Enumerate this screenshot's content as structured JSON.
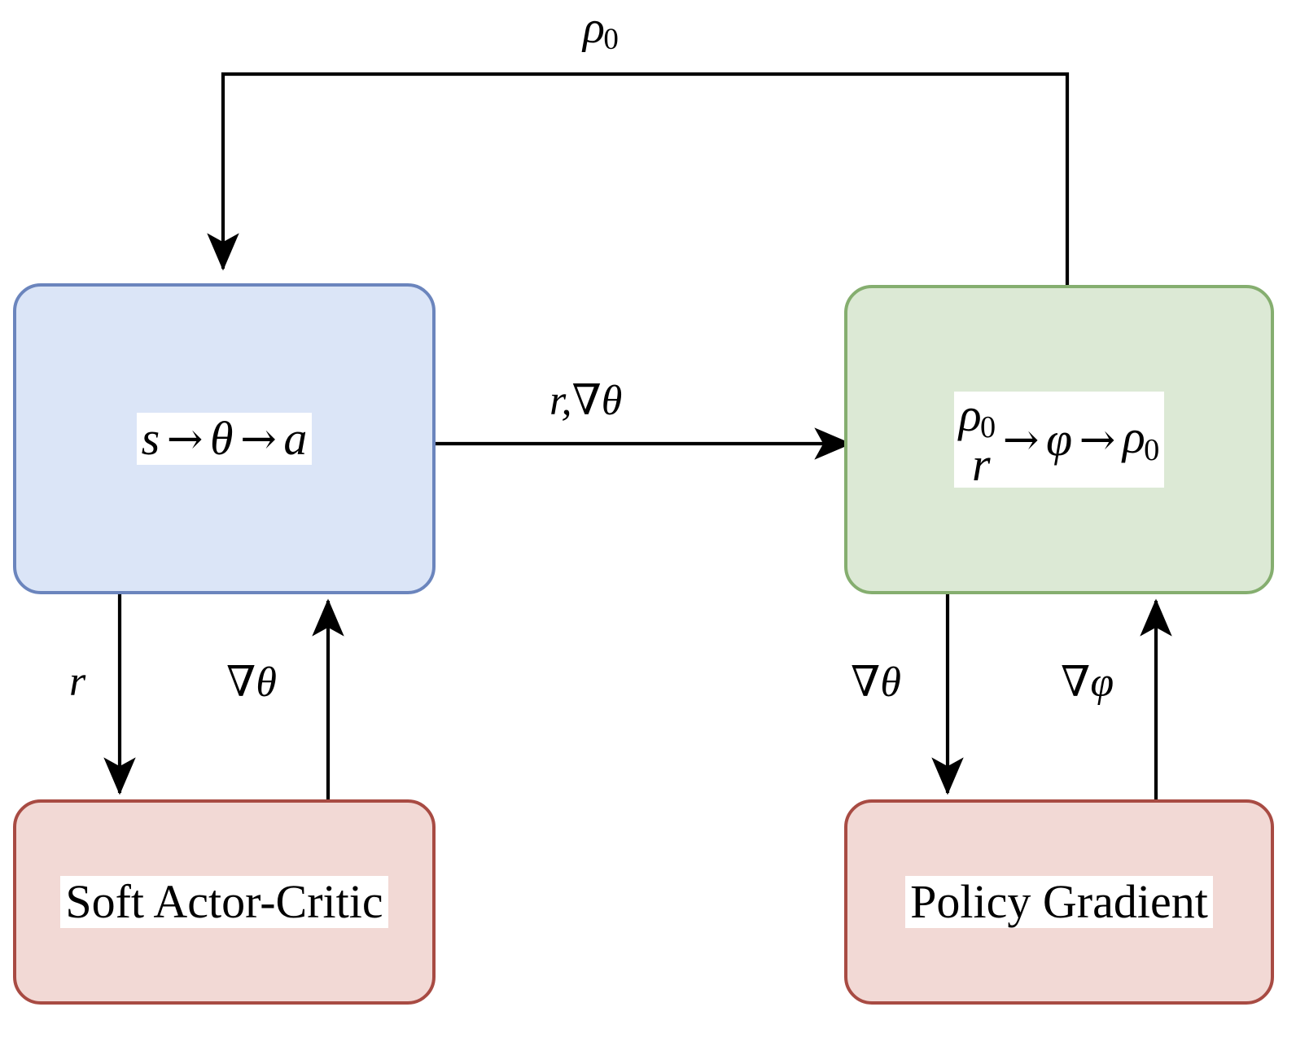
{
  "diagram": {
    "title_text": "",
    "background": "#ffffff",
    "palette": {
      "blue_fill": "#dbe5f7",
      "blue_stroke": "#6b85bd",
      "green_fill": "#dce9d5",
      "green_stroke": "#85ae6f",
      "red_fill": "#f2d9d5",
      "red_stroke": "#a84b43",
      "wire": "#000000",
      "label_plate": "#ffffff"
    },
    "nodes": {
      "sac_policy": {
        "id": "sac-policy",
        "fill_color": "#dbe5f7",
        "stroke_color": "#6b85bd",
        "label_parts": {
          "a": "s",
          "arrow1": "→",
          "b": "θ",
          "arrow2": "→",
          "c": "a"
        },
        "label_text": "s → θ → a"
      },
      "pg_model": {
        "id": "pg-model",
        "fill_color": "#dce9d5",
        "stroke_color": "#85ae6f",
        "label_parts": {
          "in_top": "ρ",
          "in_top_sub": "0",
          "in_bottom": "r",
          "arrow1": "→",
          "mid": "φ",
          "arrow2": "→",
          "out": "ρ",
          "out_sub": "0"
        },
        "label_text": "ρ₀, r → φ → ρ₀"
      },
      "sac_algorithm": {
        "id": "sac-algorithm",
        "fill_color": "#f2d9d5",
        "stroke_color": "#a84b43",
        "label_text": "Soft Actor-Critic"
      },
      "pg_algorithm": {
        "id": "pg-algorithm",
        "fill_color": "#f2d9d5",
        "stroke_color": "#a84b43",
        "label_text": "Policy Gradient"
      }
    },
    "edges": [
      {
        "id": "pg-model-to-sac-policy",
        "from": "pg_model",
        "to": "sac_policy",
        "label_base": "ρ",
        "label_sub": "0",
        "label_text": "ρ₀",
        "route": "top-loop"
      },
      {
        "id": "sac-policy-to-pg-model",
        "from": "sac_policy",
        "to": "pg_model",
        "label_base": "r,",
        "label_nabla": "∇",
        "label_sub_sym": "θ",
        "label_text": "r, ∇θ",
        "route": "horizontal"
      },
      {
        "id": "sac-policy-to-sac-algorithm",
        "from": "sac_policy",
        "to": "sac_algorithm",
        "label_text": "r",
        "route": "vertical-down"
      },
      {
        "id": "sac-algorithm-to-sac-policy",
        "from": "sac_algorithm",
        "to": "sac_policy",
        "label_nabla": "∇",
        "label_sym": "θ",
        "label_text": "∇θ",
        "route": "vertical-up"
      },
      {
        "id": "pg-model-to-pg-algorithm",
        "from": "pg_model",
        "to": "pg_algorithm",
        "label_nabla": "∇",
        "label_sym": "θ",
        "label_text": "∇θ",
        "route": "vertical-down"
      },
      {
        "id": "pg-algorithm-to-pg-model",
        "from": "pg_algorithm",
        "to": "pg_model",
        "label_nabla": "∇",
        "label_sym": "φ",
        "label_text": "∇φ",
        "route": "vertical-up"
      }
    ]
  }
}
